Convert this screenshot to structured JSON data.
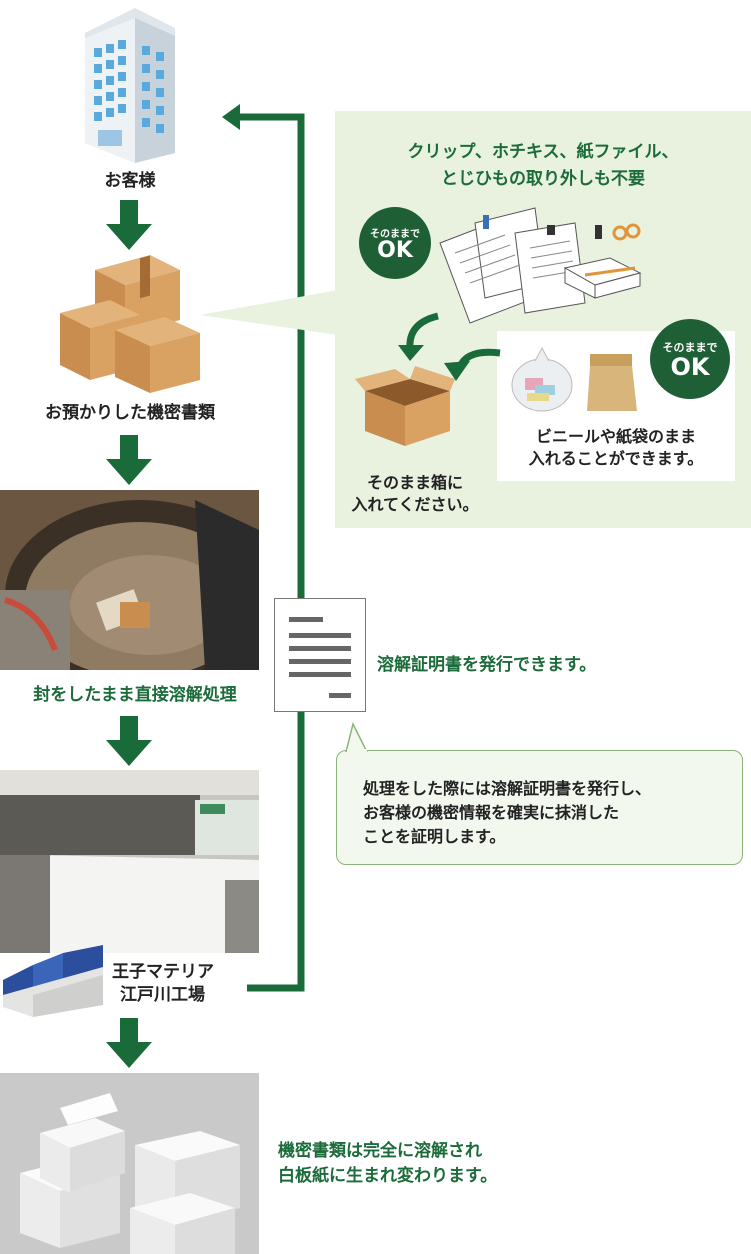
{
  "customer_label": "お客様",
  "documents_label": "お預かりした機密書類",
  "dissolve_label": "封をしたまま直接溶解処理",
  "factory_label_1": "王子マテリア",
  "factory_label_2": "江戸川工場",
  "result_text_1": "機密書類は完全に溶解され",
  "result_text_2": "白板紙に生まれ変わります。",
  "panel": {
    "title_1": "クリップ、ホチキス、紙ファイル、",
    "title_2": "とじひもの取り外しも不要",
    "ok_small": "そのままで",
    "ok_big": "OK",
    "box_text_1": "そのまま箱に",
    "box_text_2": "入れてください。",
    "bag_text_1": "ビニールや紙袋のまま",
    "bag_text_2": "入れることができます。"
  },
  "certificate_label": "溶解証明書を発行できます。",
  "bubble": {
    "line_1": "処理をした際には溶解証明書を発行し、",
    "line_2": "お客様の機密情報を確実に抹消した",
    "line_3": "ことを証明します。"
  },
  "colors": {
    "flow_green": "#1a6b3a",
    "panel_bg": "#e9f1df",
    "badge": "#1f5f36"
  }
}
